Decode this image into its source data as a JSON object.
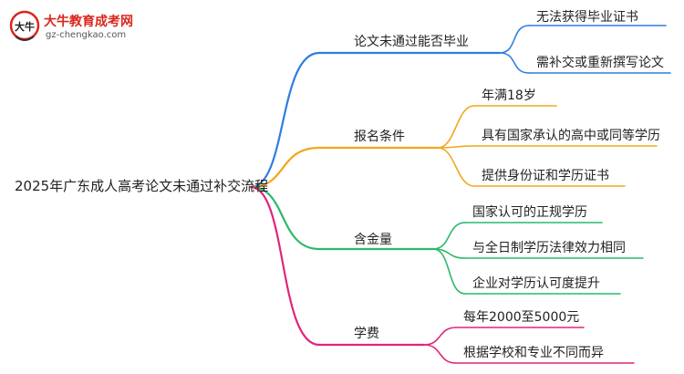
{
  "logo": {
    "title": "大牛教育成考网",
    "url": "gz-chengkao.com",
    "mark_text": "大牛"
  },
  "mindmap": {
    "root": "2025年广东成人高考论文未通过补交流程",
    "branches": [
      {
        "label": "论文未通过能否毕业",
        "color": "#2f7de1",
        "children": [
          "无法获得毕业证书",
          "需补交或重新撰写论文"
        ]
      },
      {
        "label": "报名条件",
        "color": "#f0a81c",
        "children": [
          "年满18岁",
          "具有国家承认的高中或同等学历",
          "提供身份证和学历证书"
        ]
      },
      {
        "label": "含金量",
        "color": "#2cb96a",
        "children": [
          "国家认可的正规学历",
          "与全日制学历法律效力相同",
          "企业对学历认可度提升"
        ]
      },
      {
        "label": "学费",
        "color": "#e2237c",
        "children": [
          "每年2000至5000元",
          "根据学校和专业不同而异"
        ]
      }
    ]
  }
}
